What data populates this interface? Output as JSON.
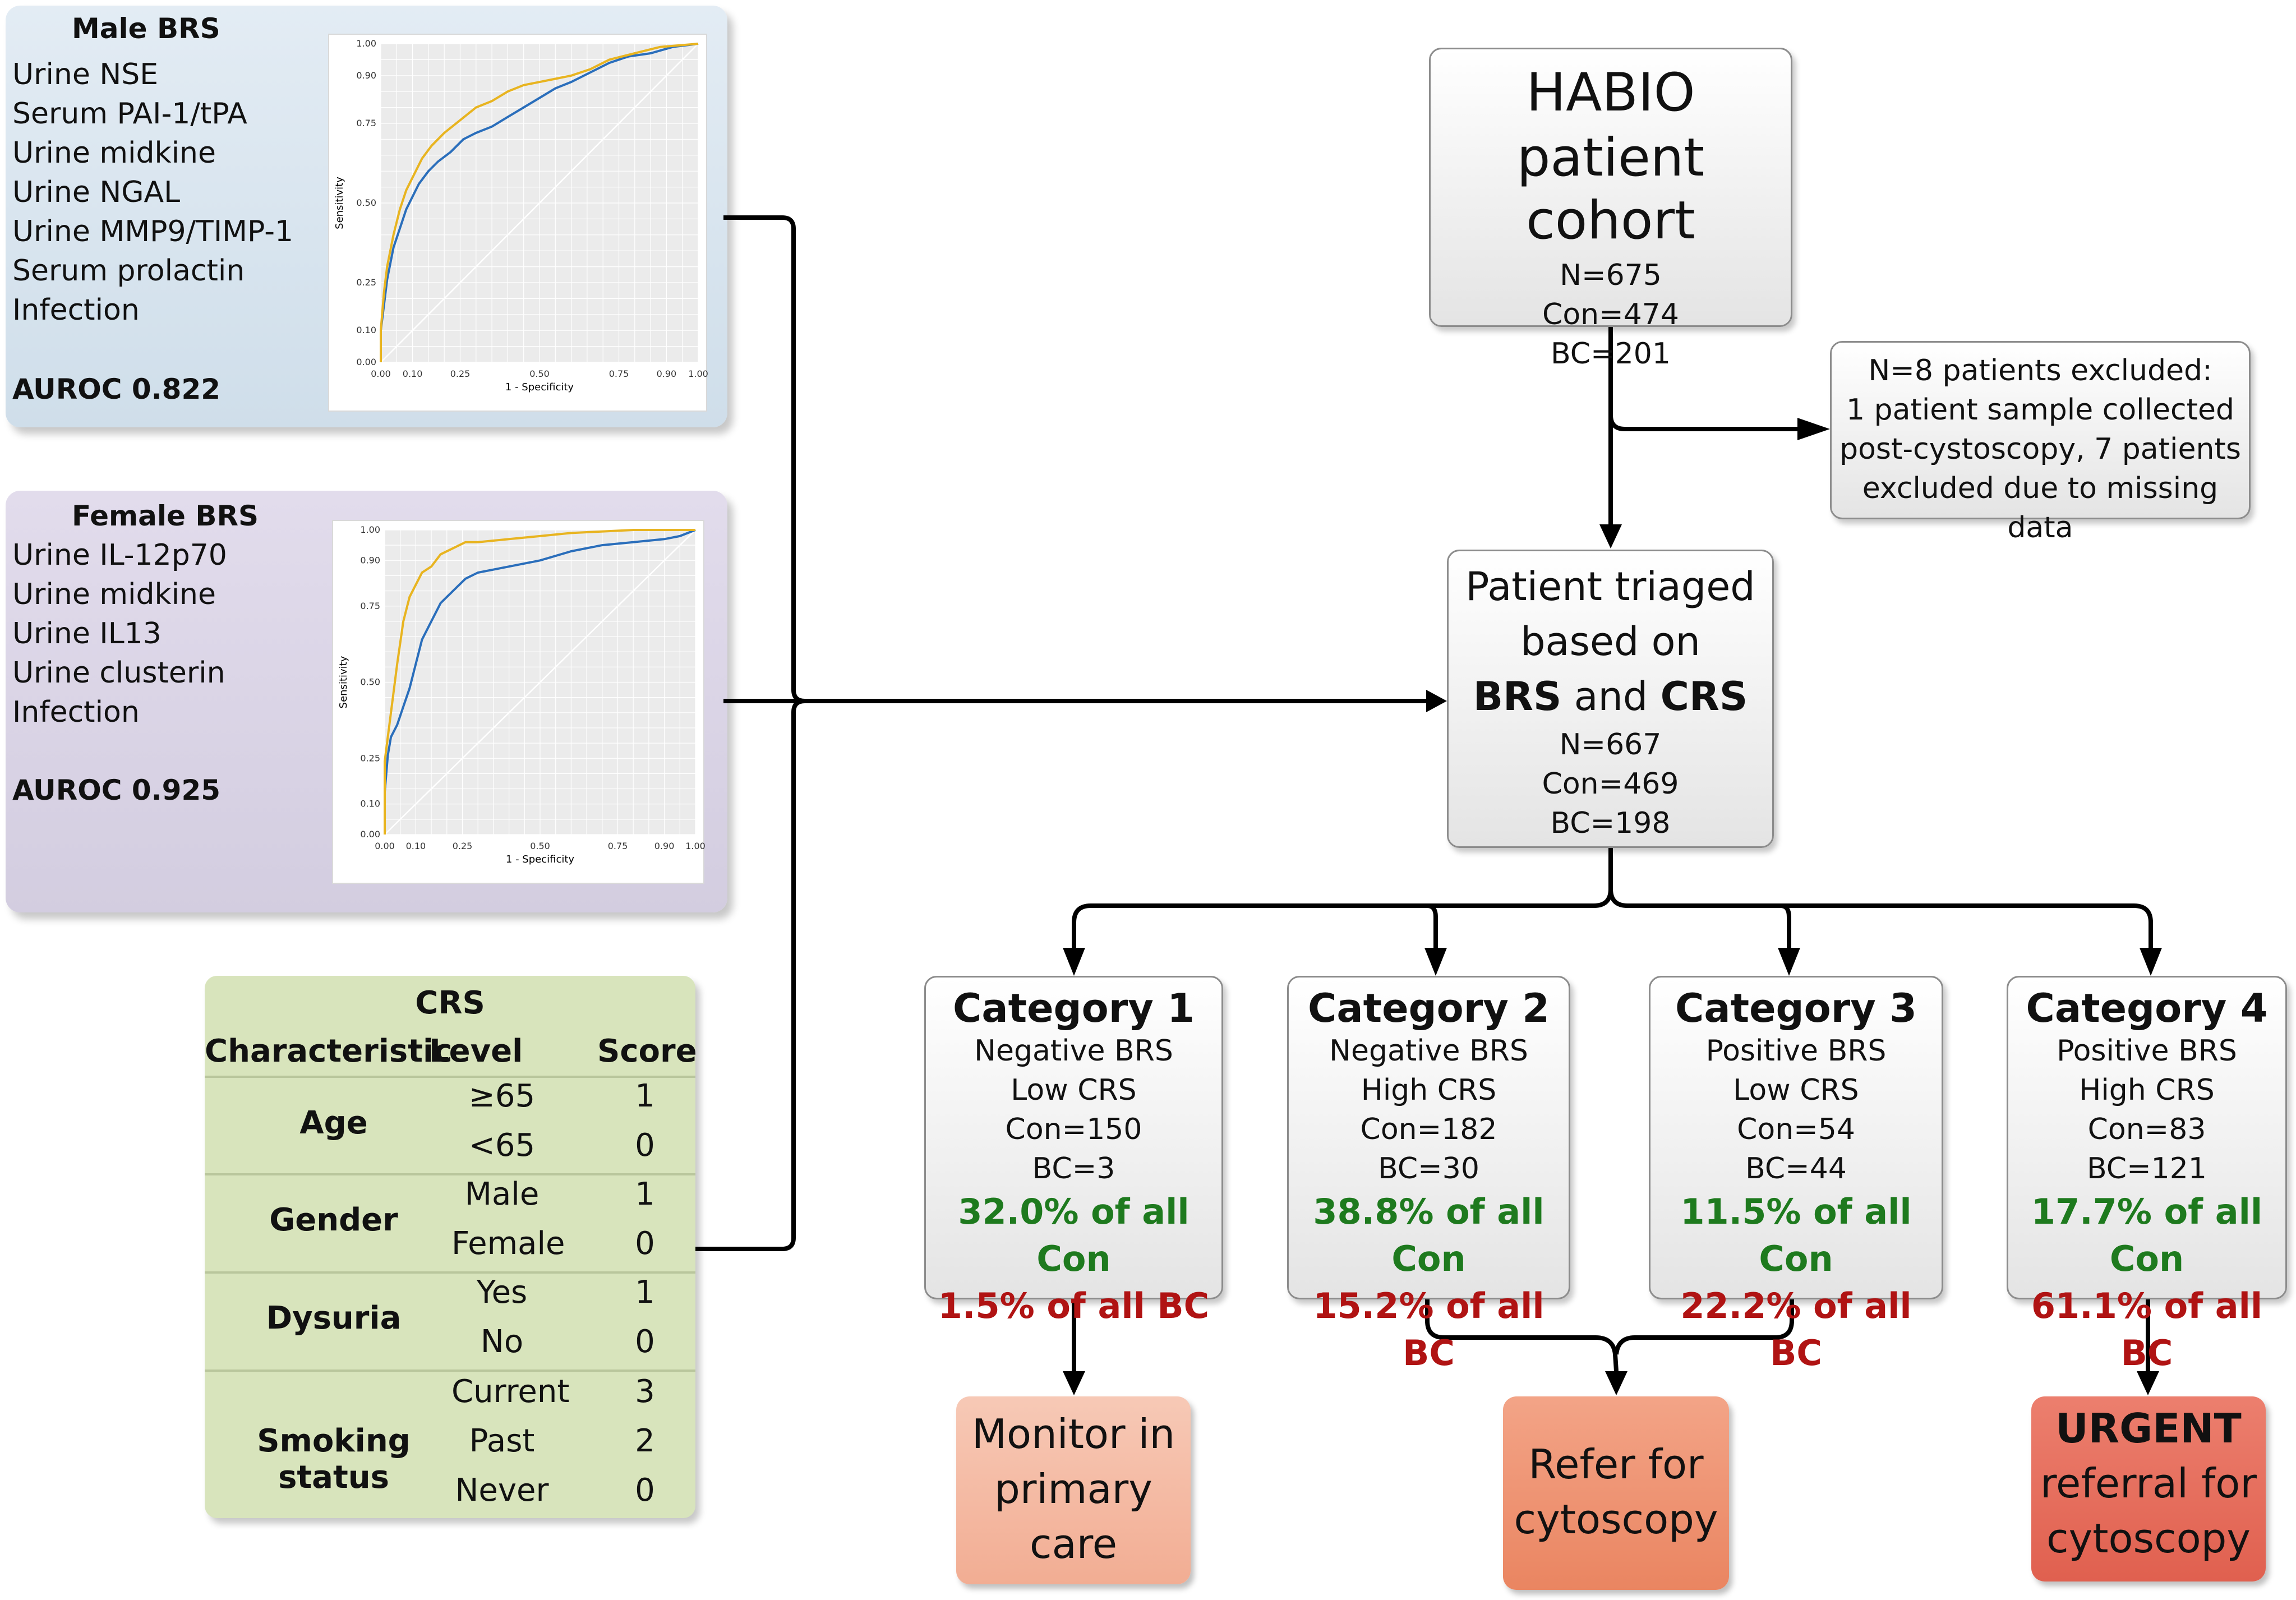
{
  "male_brs": {
    "title": "Male BRS",
    "markers": [
      "Urine NSE",
      "Serum PAI-1/tPA",
      "Urine midkine",
      "Urine NGAL",
      "Urine MMP9/TIMP-1",
      "Serum prolactin",
      "Infection"
    ],
    "auroc": "AUROC 0.822",
    "roc": {
      "ylabel": "Sensitivity",
      "xlabel": "1 - Specificity",
      "x_ticks": [
        "0.00",
        "0.10",
        "0.25",
        "0.50",
        "0.75",
        "0.90",
        "1.00"
      ],
      "y_ticks": [
        "0.00",
        "0.10",
        "0.25",
        "0.50",
        "0.75",
        "0.90",
        "1.00"
      ]
    }
  },
  "female_brs": {
    "title": "Female BRS",
    "markers": [
      "Urine IL-12p70",
      "Urine midkine",
      "Urine IL13",
      "Urine clusterin",
      "Infection"
    ],
    "auroc": "AUROC 0.925",
    "roc": {
      "ylabel": "Sensitivity",
      "xlabel": "1 - Specificity",
      "x_ticks": [
        "0.00",
        "0.10",
        "0.25",
        "0.50",
        "0.75",
        "0.90",
        "1.00"
      ],
      "y_ticks": [
        "0.00",
        "0.10",
        "0.25",
        "0.50",
        "0.75",
        "0.90",
        "1.00"
      ]
    }
  },
  "crs": {
    "title": "CRS",
    "headers": [
      "Characteristic",
      "Level",
      "Score"
    ],
    "groups": [
      {
        "name": "Age",
        "rows": [
          [
            "≥65",
            "1"
          ],
          [
            "<65",
            "0"
          ]
        ]
      },
      {
        "name": "Gender",
        "rows": [
          [
            "Male",
            "1"
          ],
          [
            "Female",
            "0"
          ]
        ]
      },
      {
        "name": "Dysuria",
        "rows": [
          [
            "Yes",
            "1"
          ],
          [
            "No",
            "0"
          ]
        ]
      },
      {
        "name": "Smoking status",
        "rows": [
          [
            "Current",
            "3"
          ],
          [
            "Past",
            "2"
          ],
          [
            "Never",
            "0"
          ]
        ]
      }
    ]
  },
  "cohort": {
    "title_line1": "HABIO",
    "title_line2": "patient cohort",
    "n": "N=675",
    "con": "Con=474",
    "bc": "BC=201"
  },
  "excluded": {
    "lines": [
      "N=8 patients excluded:",
      "1 patient sample collected",
      "post-cystoscopy, 7 patients",
      "excluded due to missing data"
    ]
  },
  "triaged": {
    "line1": "Patient triaged",
    "line2": "based on",
    "brs": "BRS",
    "and": "and",
    "crs": "CRS",
    "n": "N=667",
    "con": "Con=469",
    "bc": "BC=198"
  },
  "categories": [
    {
      "title": "Category 1",
      "brs": "Negative BRS",
      "crs": "Low CRS",
      "con": "Con=150",
      "bc": "BC=3",
      "pct_con": "32.0% of all Con",
      "pct_bc": "1.5% of all BC"
    },
    {
      "title": "Category 2",
      "brs": "Negative BRS",
      "crs": "High CRS",
      "con": "Con=182",
      "bc": "BC=30",
      "pct_con": "38.8% of all Con",
      "pct_bc": "15.2% of all BC"
    },
    {
      "title": "Category 3",
      "brs": "Positive BRS",
      "crs": "Low CRS",
      "con": "Con=54",
      "bc": "BC=44",
      "pct_con": "11.5% of all Con",
      "pct_bc": "22.2% of all BC"
    },
    {
      "title": "Category 4",
      "brs": "Positive BRS",
      "crs": "High CRS",
      "con": "Con=83",
      "bc": "BC=121",
      "pct_con": "17.7% of all Con",
      "pct_bc": "61.1% of all BC"
    }
  ],
  "outcomes": {
    "monitor": [
      "Monitor in",
      "primary",
      "care"
    ],
    "refer": [
      "Refer for",
      "cytoscopy"
    ],
    "urgent_bold": "URGENT",
    "urgent_rest": [
      "referral for",
      "cytoscopy"
    ]
  },
  "colors": {
    "male_panel": "#dce7f0",
    "female_panel": "#dcd7e6",
    "crs_panel": "#d8e4bc",
    "green_text": "#1e7a1e",
    "red_text": "#b01313",
    "curve_blue": "#2a6ebb",
    "curve_gold": "#e8b420",
    "monitor_fill": "#f4b9a2",
    "refer_fill": "#ee9270",
    "urgent_fill": "#e56c5c"
  }
}
